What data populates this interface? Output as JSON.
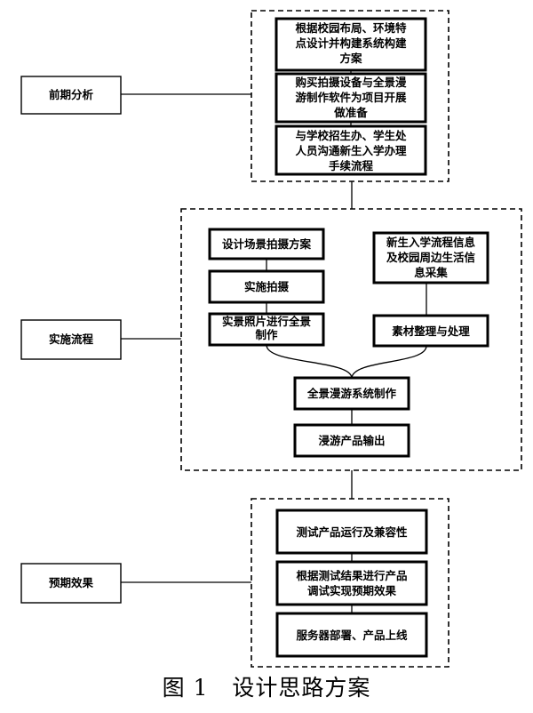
{
  "stages": [
    {
      "id": "stage1",
      "label": "前期分析"
    },
    {
      "id": "stage2",
      "label": "实施流程"
    },
    {
      "id": "stage3",
      "label": "预期效果"
    }
  ],
  "steps": {
    "s1": [
      "根据校园布局、环境特",
      "点设计并构建系统构建",
      "方案"
    ],
    "s2": [
      "购买拍摄设备与全景漫",
      "游制作软件为项目开展",
      "做准备"
    ],
    "s3": [
      "与学校招生办、学生处",
      "人员沟通新生入学办理",
      "手续流程"
    ],
    "m1": [
      "设计场景拍摄方案"
    ],
    "m2": [
      "实施拍摄"
    ],
    "m3": [
      "实景照片进行全景",
      "制作"
    ],
    "m4": [
      "新生入学流程信息",
      "及校园周边生活信",
      "息采集"
    ],
    "m5": [
      "素材整理与处理"
    ],
    "m6": [
      "全景漫游系统制作"
    ],
    "m7": [
      "浸游产品输出"
    ],
    "e1": [
      "测试产品运行及兼容性"
    ],
    "e2": [
      "根据测试结果进行产品",
      "调试实现预期效果"
    ],
    "e3": [
      "服务器部署、产品上线"
    ]
  },
  "caption": {
    "number": "图 1",
    "title": "设计思路方案"
  }
}
